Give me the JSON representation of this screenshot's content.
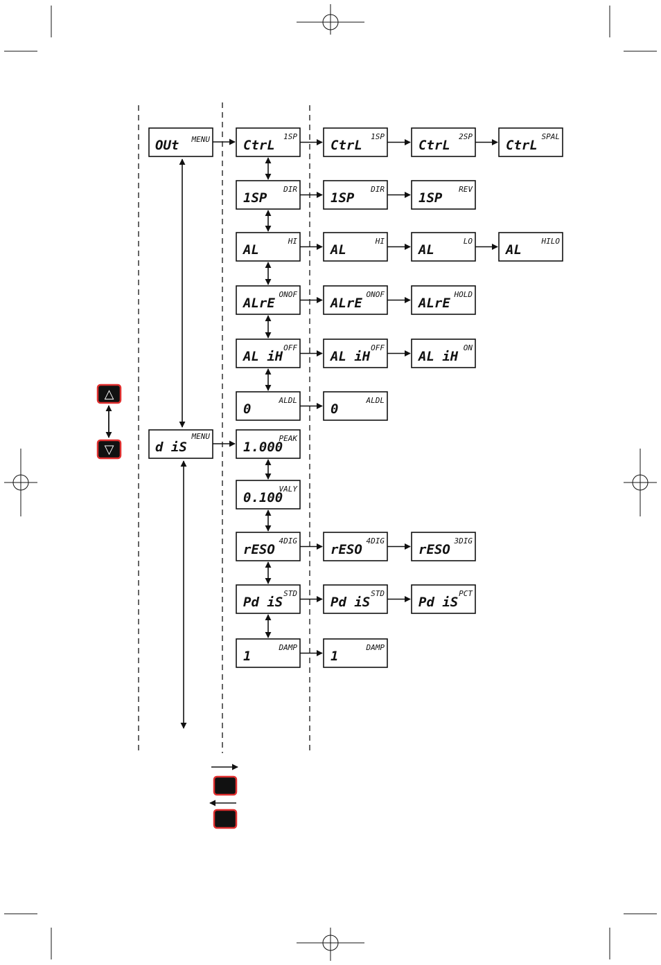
{
  "menu": {
    "out": {
      "main": "OUt",
      "tag": "MENU"
    },
    "dis": {
      "main": "d iS",
      "tag": "MENU"
    }
  },
  "rows": [
    {
      "name": "ctrl",
      "items": [
        {
          "main": "CtrL",
          "tag": "1SP"
        },
        {
          "main": "CtrL",
          "tag": "1SP"
        },
        {
          "main": "CtrL",
          "tag": "2SP"
        },
        {
          "main": "CtrL",
          "tag": "SPAL"
        }
      ]
    },
    {
      "name": "1sp",
      "items": [
        {
          "main": "1SP",
          "tag": "DIR"
        },
        {
          "main": "1SP",
          "tag": "DIR"
        },
        {
          "main": "1SP",
          "tag": "REV"
        }
      ]
    },
    {
      "name": "al",
      "items": [
        {
          "main": "AL",
          "tag": "HI"
        },
        {
          "main": "AL",
          "tag": "HI"
        },
        {
          "main": "AL",
          "tag": "LO"
        },
        {
          "main": "AL",
          "tag": "HILO"
        }
      ]
    },
    {
      "name": "alre",
      "items": [
        {
          "main": "ALrE",
          "tag": "ONOF"
        },
        {
          "main": "ALrE",
          "tag": "ONOF"
        },
        {
          "main": "ALrE",
          "tag": "HOLD"
        }
      ]
    },
    {
      "name": "alih",
      "items": [
        {
          "main": "AL iH",
          "tag": "OFF"
        },
        {
          "main": "AL iH",
          "tag": "OFF"
        },
        {
          "main": "AL iH",
          "tag": "ON"
        }
      ]
    },
    {
      "name": "aldl",
      "items": [
        {
          "main": "0",
          "tag": "ALDL"
        },
        {
          "main": "0",
          "tag": "ALDL"
        }
      ]
    },
    {
      "name": "peak",
      "items": [
        {
          "main": "1.000",
          "tag": "PEAK"
        }
      ]
    },
    {
      "name": "valy",
      "items": [
        {
          "main": "0.100",
          "tag": "VALY"
        }
      ]
    },
    {
      "name": "reso",
      "items": [
        {
          "main": "rESO",
          "tag": "4DIG"
        },
        {
          "main": "rESO",
          "tag": "4DIG"
        },
        {
          "main": "rESO",
          "tag": "3DIG"
        }
      ]
    },
    {
      "name": "pdis",
      "items": [
        {
          "main": "Pd iS",
          "tag": "STD"
        },
        {
          "main": "Pd iS",
          "tag": "STD"
        },
        {
          "main": "Pd iS",
          "tag": "PCT"
        }
      ]
    },
    {
      "name": "damp",
      "items": [
        {
          "main": "1",
          "tag": "DAMP"
        },
        {
          "main": "1",
          "tag": "DAMP"
        }
      ]
    }
  ],
  "keys": {
    "up_symbol": "△",
    "down_symbol": "▽",
    "key_color": "#e03030",
    "key_fill": "#111111"
  }
}
